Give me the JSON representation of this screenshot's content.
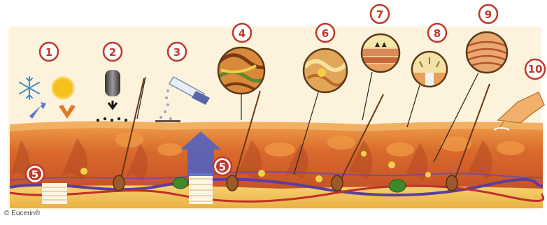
{
  "labels": [
    "1",
    "2",
    "3",
    "4",
    "6",
    "7",
    "8",
    "9",
    "10",
    "5",
    "5"
  ],
  "copyright": "© Eucerin®",
  "colors": {
    "skin_surface": "#e8873a",
    "skin_deep": "#c9582a",
    "fat_layer": "#f5c85a",
    "vein": "#5b3f9a",
    "artery": "#c0302a",
    "label_ring": "#c0392b",
    "sun": "#f4c21a",
    "snowflake": "#3a8fd6"
  },
  "icons": [
    "snowflake-icon",
    "sun-icon",
    "tube-icon",
    "pipette-icon",
    "touch-hand-icon"
  ]
}
